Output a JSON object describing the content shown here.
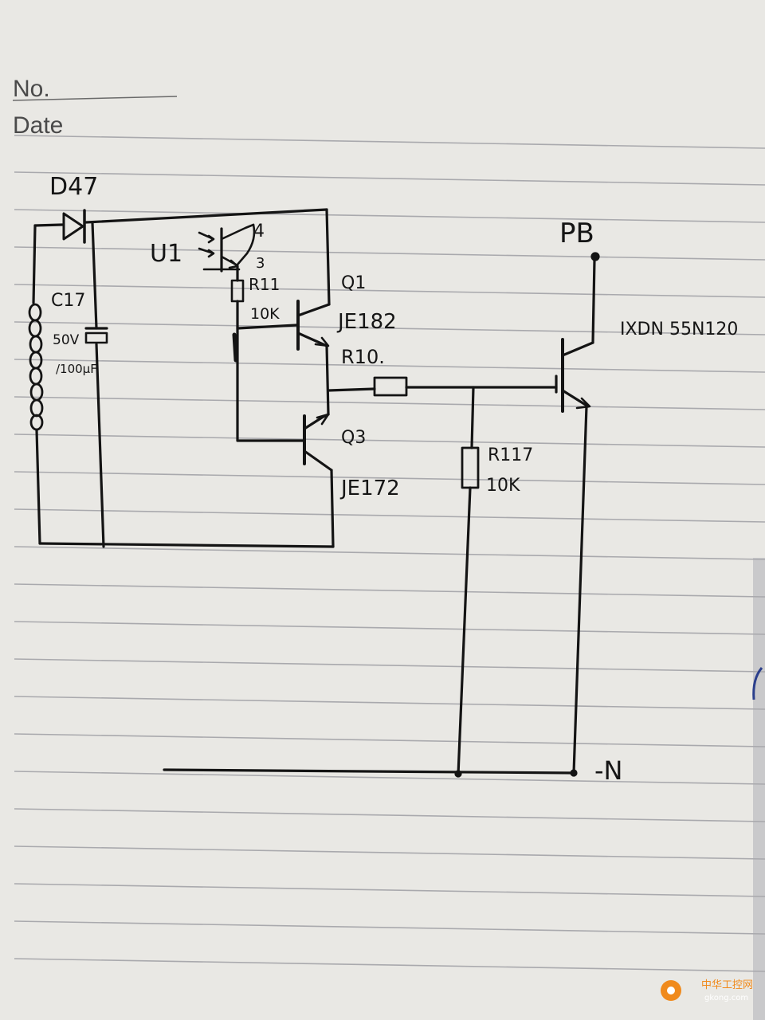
{
  "page": {
    "no_label": "No.",
    "date_label": "Date"
  },
  "schematic": {
    "diode_label": "D47",
    "capacitor_label": "C17",
    "capacitor_voltage": "50V",
    "capacitor_value": "/100μF",
    "optocoupler_label": "U1",
    "opto_pin_4": "4",
    "opto_pin_3": "3",
    "r11_label": "R11",
    "r11_value": "10K",
    "q1_label": "Q1",
    "q1_part": "JE182",
    "r10_label": "R10.",
    "q3_label": "Q3",
    "q3_part": "JE172",
    "r117_label": "R117",
    "r117_value": "10K",
    "pb_label": "PB",
    "igbt_part": "IXDN 55N120",
    "neg_label": "-N"
  },
  "watermark": {
    "site_cn": "中华工控网",
    "site_url": "gkong.com"
  },
  "colors": {
    "paper": "#e9e8e4",
    "rule_line": "#a9a9ad",
    "ink": "#141414",
    "watermark_orange": "#f08a1c"
  }
}
